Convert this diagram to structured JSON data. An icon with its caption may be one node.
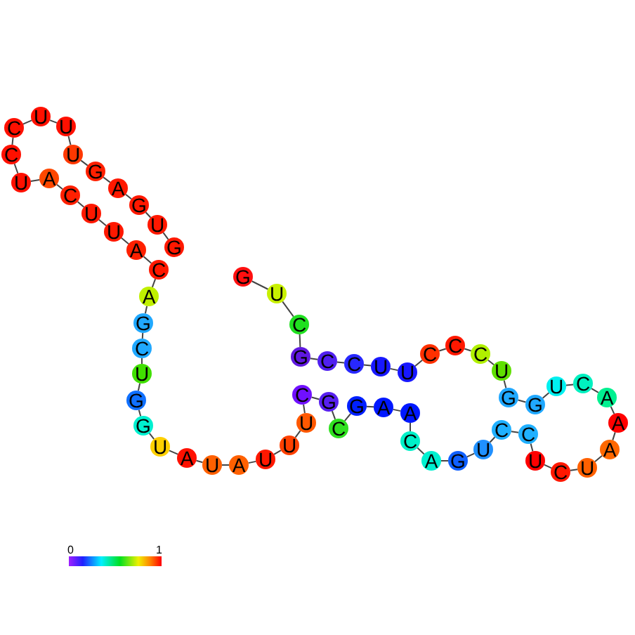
{
  "diagram": {
    "nodes": [
      {
        "text": [
          "G"
        ]
      },
      {
        "text": [
          "U"
        ]
      },
      {
        "text": [
          "C"
        ]
      },
      {
        "text": [
          "G"
        ]
      },
      {
        "text": [
          "C"
        ]
      },
      {
        "text": [
          "C"
        ]
      },
      {
        "text": [
          "U"
        ]
      },
      {
        "text": [
          "U"
        ]
      },
      {
        "text": [
          "C"
        ]
      },
      {
        "text": [
          "C"
        ]
      },
      {
        "text": [
          "C"
        ]
      },
      {
        "text": [
          "U"
        ]
      },
      {
        "text": [
          "G"
        ]
      },
      {
        "text": [
          "G"
        ]
      },
      {
        "text": [
          "U"
        ]
      },
      {
        "text": [
          "C"
        ]
      },
      {
        "text": [
          "A"
        ]
      },
      {
        "text": [
          "A"
        ]
      },
      {
        "text": [
          "A"
        ]
      },
      {
        "text": [
          "U"
        ]
      },
      {
        "text": [
          "C"
        ]
      },
      {
        "text": [
          "U"
        ]
      },
      {
        "text": [
          "C"
        ]
      },
      {
        "text": [
          "C"
        ]
      },
      {
        "text": [
          "U"
        ]
      },
      {
        "text": [
          "G"
        ]
      },
      {
        "text": [
          "A"
        ]
      },
      {
        "text": [
          "C"
        ]
      },
      {
        "text": [
          "A"
        ]
      },
      {
        "text": [
          "A"
        ]
      },
      {
        "text": [
          "G"
        ]
      },
      {
        "text": [
          "C"
        ]
      },
      {
        "text": [
          "G"
        ]
      },
      {
        "text": [
          "C"
        ]
      },
      {
        "text": [
          "U"
        ]
      },
      {
        "text": [
          "U"
        ]
      },
      {
        "text": [
          "U"
        ]
      },
      {
        "text": [
          "A"
        ]
      },
      {
        "text": [
          "U"
        ]
      },
      {
        "text": [
          "A"
        ]
      },
      {
        "text": [
          "U"
        ]
      },
      {
        "text": [
          "G"
        ]
      },
      {
        "text": [
          "G"
        ]
      },
      {
        "text": [
          "U"
        ]
      },
      {
        "text": [
          "C"
        ]
      },
      {
        "text": [
          "G"
        ]
      },
      {
        "text": [
          "A"
        ]
      },
      {
        "text": [
          "C"
        ]
      },
      {
        "text": [
          "A"
        ]
      },
      {
        "text": [
          "U"
        ]
      },
      {
        "text": [
          "U"
        ]
      },
      {
        "text": [
          "C"
        ]
      },
      {
        "text": [
          "A"
        ]
      },
      {
        "text": [
          "U"
        ]
      },
      {
        "text": [
          "C"
        ]
      },
      {
        "text": [
          "C"
        ]
      },
      {
        "text": [
          "U"
        ]
      },
      {
        "text": [
          "U"
        ]
      },
      {
        "text": [
          "U"
        ]
      },
      {
        "text": [
          "G"
        ]
      },
      {
        "text": [
          "A"
        ]
      },
      {
        "text": [
          "G"
        ]
      },
      {
        "text": [
          "U"
        ]
      },
      {
        "text": [
          "G"
        ]
      }
    ],
    "edges": [
      {
        "from": 0,
        "to": 1,
        "arrow": "none"
      },
      {
        "from": 1,
        "to": 2,
        "arrow": "none"
      },
      {
        "from": 2,
        "to": 3,
        "arrow": "none"
      },
      {
        "from": 3,
        "to": 4,
        "arrow": "none"
      },
      {
        "from": 4,
        "to": 5,
        "arrow": "none"
      },
      {
        "from": 5,
        "to": 6,
        "arrow": "none"
      },
      {
        "from": 6,
        "to": 7,
        "arrow": "none"
      },
      {
        "from": 7,
        "to": 8,
        "arrow": "none"
      },
      {
        "from": 8,
        "to": 9,
        "arrow": "none"
      },
      {
        "from": 9,
        "to": 10,
        "arrow": "none"
      },
      {
        "from": 10,
        "to": 11,
        "arrow": "none"
      },
      {
        "from": 11,
        "to": 12,
        "arrow": "none"
      },
      {
        "from": 12,
        "to": 13,
        "arrow": "none"
      },
      {
        "from": 13,
        "to": 14,
        "arrow": "none"
      },
      {
        "from": 14,
        "to": 15,
        "arrow": "none"
      },
      {
        "from": 15,
        "to": 16,
        "arrow": "none"
      },
      {
        "from": 16,
        "to": 17,
        "arrow": "none"
      },
      {
        "from": 17,
        "to": 18,
        "arrow": "none"
      },
      {
        "from": 18,
        "to": 19,
        "arrow": "none"
      },
      {
        "from": 19,
        "to": 20,
        "arrow": "none"
      },
      {
        "from": 20,
        "to": 21,
        "arrow": "none"
      },
      {
        "from": 21,
        "to": 22,
        "arrow": "none"
      },
      {
        "from": 22,
        "to": 23,
        "arrow": "none"
      },
      {
        "from": 23,
        "to": 24,
        "arrow": "none"
      },
      {
        "from": 24,
        "to": 25,
        "arrow": "none"
      },
      {
        "from": 25,
        "to": 26,
        "arrow": "none"
      },
      {
        "from": 26,
        "to": 27,
        "arrow": "none"
      },
      {
        "from": 27,
        "to": 28,
        "arrow": "none"
      },
      {
        "from": 28,
        "to": 29,
        "arrow": "none"
      },
      {
        "from": 29,
        "to": 30,
        "arrow": "none"
      },
      {
        "from": 30,
        "to": 31,
        "arrow": "none"
      },
      {
        "from": 31,
        "to": 32,
        "arrow": "none"
      },
      {
        "from": 32,
        "to": 33,
        "arrow": "none"
      },
      {
        "from": 33,
        "to": 34,
        "arrow": "none"
      },
      {
        "from": 34,
        "to": 35,
        "arrow": "none"
      },
      {
        "from": 35,
        "to": 36,
        "arrow": "none"
      },
      {
        "from": 36,
        "to": 37,
        "arrow": "none"
      },
      {
        "from": 37,
        "to": 38,
        "arrow": "none"
      },
      {
        "from": 38,
        "to": 39,
        "arrow": "none"
      },
      {
        "from": 39,
        "to": 40,
        "arrow": "none"
      },
      {
        "from": 40,
        "to": 41,
        "arrow": "none"
      },
      {
        "from": 41,
        "to": 42,
        "arrow": "none"
      },
      {
        "from": 42,
        "to": 43,
        "arrow": "none"
      },
      {
        "from": 43,
        "to": 44,
        "arrow": "none"
      },
      {
        "from": 44,
        "to": 45,
        "arrow": "none"
      },
      {
        "from": 45,
        "to": 46,
        "arrow": "none"
      },
      {
        "from": 46,
        "to": 47,
        "arrow": "none"
      },
      {
        "from": 47,
        "to": 48,
        "arrow": "none"
      },
      {
        "from": 48,
        "to": 49,
        "arrow": "none"
      },
      {
        "from": 49,
        "to": 50,
        "arrow": "none"
      },
      {
        "from": 50,
        "to": 51,
        "arrow": "none"
      },
      {
        "from": 51,
        "to": 52,
        "arrow": "none"
      },
      {
        "from": 52,
        "to": 53,
        "arrow": "none"
      },
      {
        "from": 53,
        "to": 54,
        "arrow": "none"
      },
      {
        "from": 54,
        "to": 55,
        "arrow": "none"
      },
      {
        "from": 55,
        "to": 56,
        "arrow": "none"
      },
      {
        "from": 56,
        "to": 57,
        "arrow": "none"
      },
      {
        "from": 57,
        "to": 58,
        "arrow": "none"
      },
      {
        "from": 58,
        "to": 59,
        "arrow": "none"
      },
      {
        "from": 59,
        "to": 60,
        "arrow": "none"
      },
      {
        "from": 60,
        "to": 61,
        "arrow": "none"
      },
      {
        "from": 61,
        "to": 62,
        "arrow": "none"
      },
      {
        "from": 62,
        "to": 63,
        "arrow": "none"
      }
    ],
    "labels": [
      "0",
      "1"
    ]
  }
}
